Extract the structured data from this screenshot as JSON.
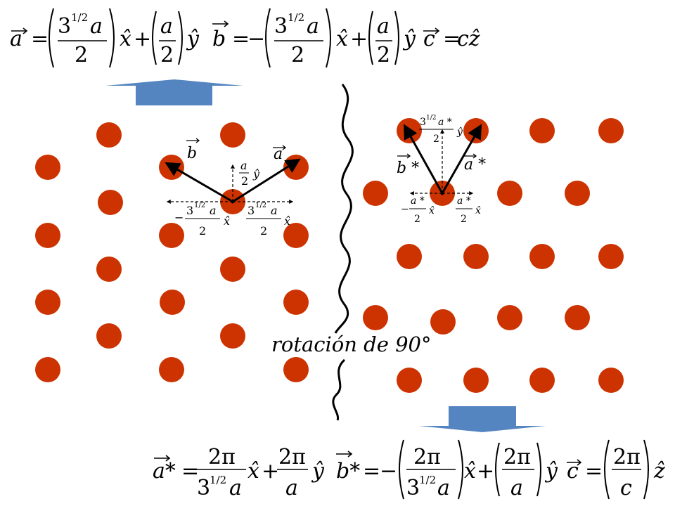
{
  "colors": {
    "lattice_point": "#cc3300",
    "arrow_block": "#5585c1",
    "ink": "#000000"
  },
  "top_equations": {
    "a": {
      "lhs": "a",
      "eq": "=",
      "num": "3",
      "sup": "1/2",
      "num_var": "a",
      "den": "2",
      "hat_x": "x̂",
      "plus": "+",
      "num2": "a",
      "den2": "2",
      "hat_y": "ŷ"
    },
    "b": {
      "lhs": "b",
      "eq": "=",
      "minus": "−",
      "num": "3",
      "sup": "1/2",
      "num_var": "a",
      "den": "2",
      "hat_x": "x̂",
      "plus": "+",
      "num2": "a",
      "den2": "2",
      "hat_y": "ŷ"
    },
    "c": {
      "lhs": "c",
      "eq": "=",
      "rhs": "cẑ"
    }
  },
  "left_lattice": {
    "vec_a": "a",
    "vec_b": "b",
    "y_comp_num": "a",
    "y_comp_den": "2",
    "y_comp_hat": "ŷ",
    "x_left_minus": "−",
    "x_comp_num": "3",
    "x_comp_sup": "1/2",
    "x_comp_var": "a",
    "x_comp_den": "2",
    "x_comp_hat": "x̂"
  },
  "right_lattice": {
    "vec_a": "a *",
    "vec_b": "b *",
    "y_comp_num": "3",
    "y_comp_sup": "1/2",
    "y_comp_var": "a *",
    "y_comp_den": "2",
    "y_comp_hat": "ŷ",
    "x_left_minus": "−",
    "x_comp_num": "a *",
    "x_comp_den": "2",
    "x_comp_hat": "x̂"
  },
  "caption": "rotación de 90°",
  "bottom_equations": {
    "a": {
      "lhs": "a*",
      "eq": "=",
      "num": "2π",
      "den": "3",
      "den_sup": "1/2",
      "den_var": "a",
      "hat_x": "x̂",
      "plus": "+",
      "num2": "2π",
      "den2": "a",
      "hat_y": "ŷ"
    },
    "b": {
      "lhs": "b*",
      "eq": "=",
      "minus": "−",
      "num": "2π",
      "den": "3",
      "den_sup": "1/2",
      "den_var": "a",
      "hat_x": "x̂",
      "plus": "+",
      "num2": "2π",
      "den2": "a",
      "hat_y": "ŷ"
    },
    "c": {
      "lhs": "c",
      "eq": "=",
      "num": "2π",
      "den": "c",
      "hat_z": "ẑ"
    }
  }
}
